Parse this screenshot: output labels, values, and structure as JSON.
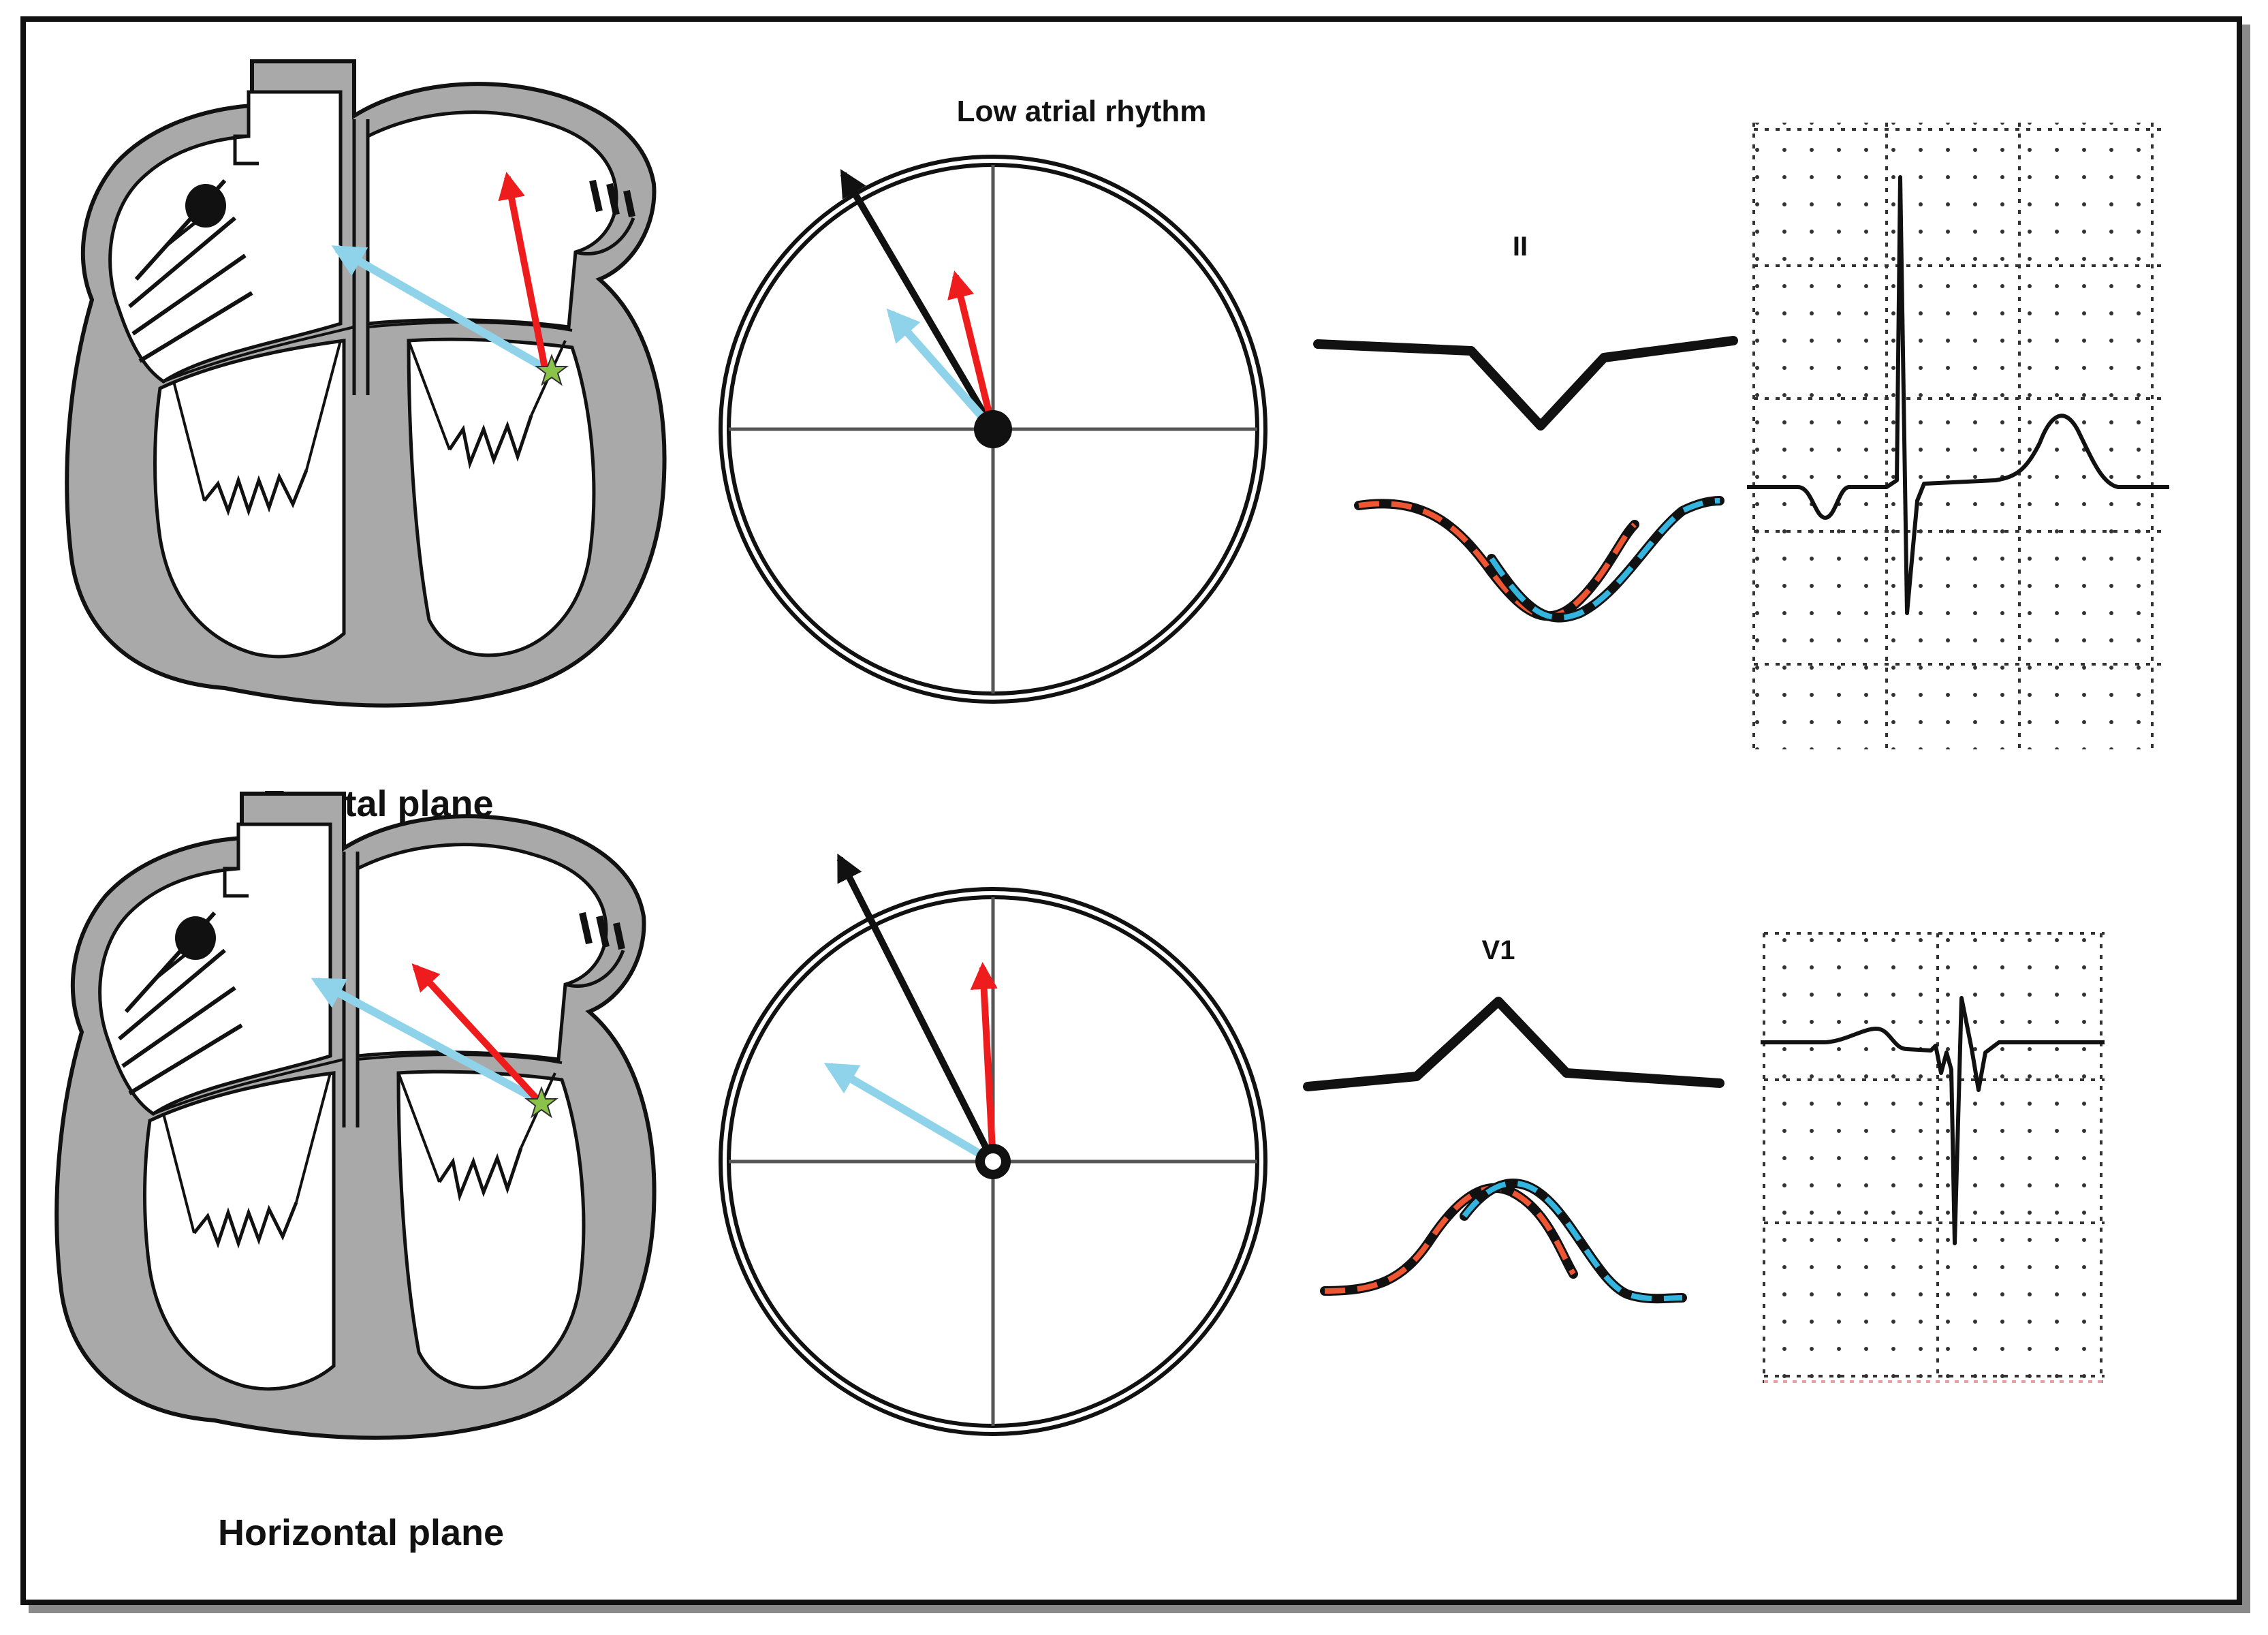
{
  "title": "Low atrial rhythm",
  "rows": [
    {
      "plane_label": "Frontal plane",
      "lead_label": "II"
    },
    {
      "plane_label": "Horizontal plane",
      "lead_label": "V1"
    }
  ],
  "colors": {
    "right_atrial_vector": "#8fd3ea",
    "left_atrial_vector": "#ee1c1c",
    "mean_vector": "#111111",
    "myocardium": "#a9a9a9",
    "origin_star": "#8bc34a",
    "sinus_node": "#111111",
    "ecg_grid": "#333333"
  },
  "icons": [
    "heart-diagram",
    "hexaxial-circle",
    "p-wave-schematic",
    "ecg-strip"
  ]
}
